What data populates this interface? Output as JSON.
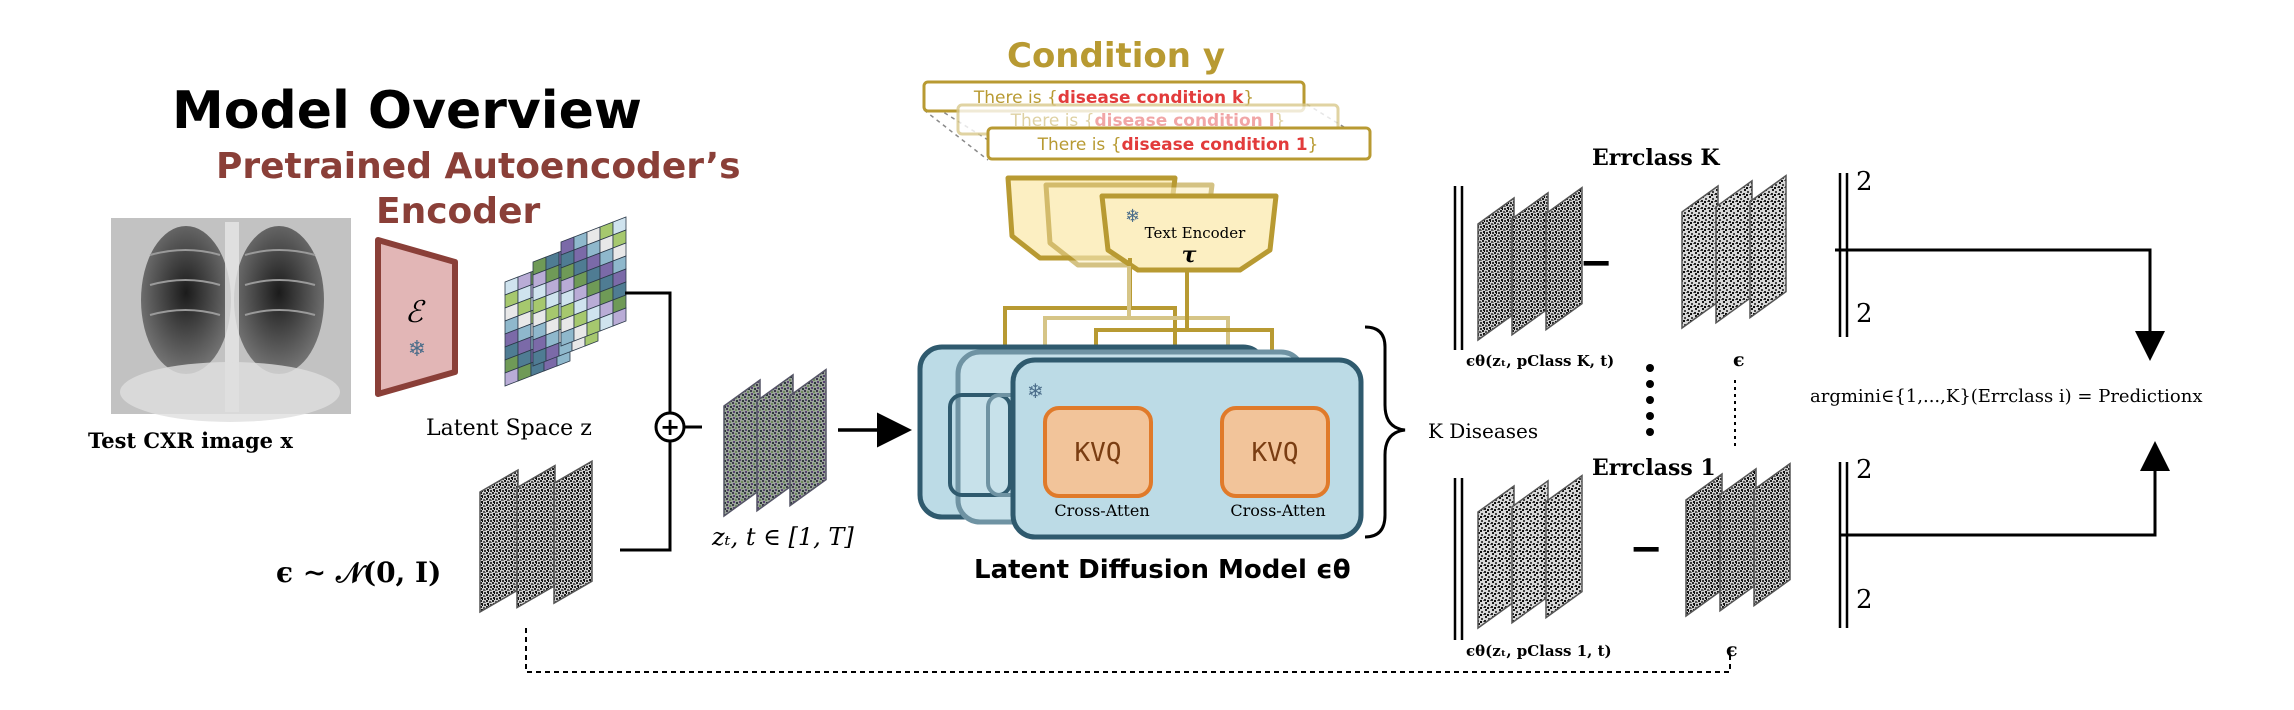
{
  "title": "Model Overview",
  "encoder": {
    "heading_line1": "Pretrained Autoencoder’s",
    "heading_line2": "Encoder",
    "symbol": "ℰ"
  },
  "input": {
    "image_label": "Test CXR image x",
    "latent_label": "Latent Space z",
    "noise_label": "ϵ ∼ 𝒩(0, 𝐈)",
    "noisy_latent_label": "zₜ, t ∈ [1, T]",
    "plus_symbol": "+"
  },
  "condition": {
    "title": "Condition y",
    "prompts": [
      {
        "prefix": "There is {",
        "condition": "disease condition k",
        "suffix": "}"
      },
      {
        "prefix": "There is {",
        "condition": "disease condition l",
        "suffix": "}"
      },
      {
        "prefix": "There is {",
        "condition": "disease condition 1",
        "suffix": "}"
      }
    ],
    "text_encoder_label": "Text Encoder",
    "text_encoder_symbol": "τ"
  },
  "ldm": {
    "block_label": "KVQ",
    "cross_attention_label": "Cross-Atten",
    "title": "Latent Diffusion Model ϵθ",
    "k_diseases_label": "K Diseases"
  },
  "error": {
    "class_k_label": "Errclass K",
    "class_1_label": "Errclass 1",
    "pred_k_label": "ϵθ(zₜ, 𝐩Class K, t)",
    "pred_1_label": "ϵθ(zₜ, 𝐩Class 1, t)",
    "eps_label": "ϵ",
    "minus_symbol": "−",
    "exponent": "2",
    "subscript": "2"
  },
  "prediction_label": "argmini∈{1,...,K}(Errclass i) = Predictionx",
  "colors": {
    "encoder": "#8a3f38",
    "encoder_fill": "#e2b6b6",
    "condition": "#b89a32",
    "condition_fill": "#fcefc2",
    "prompt_red": "#e23b3b",
    "ldm_stroke": "#2f5a6e",
    "ldm_fill": "#bcdbe6",
    "kvq_fill": "#f2c49a",
    "kvq_stroke": "#e07a2a"
  }
}
